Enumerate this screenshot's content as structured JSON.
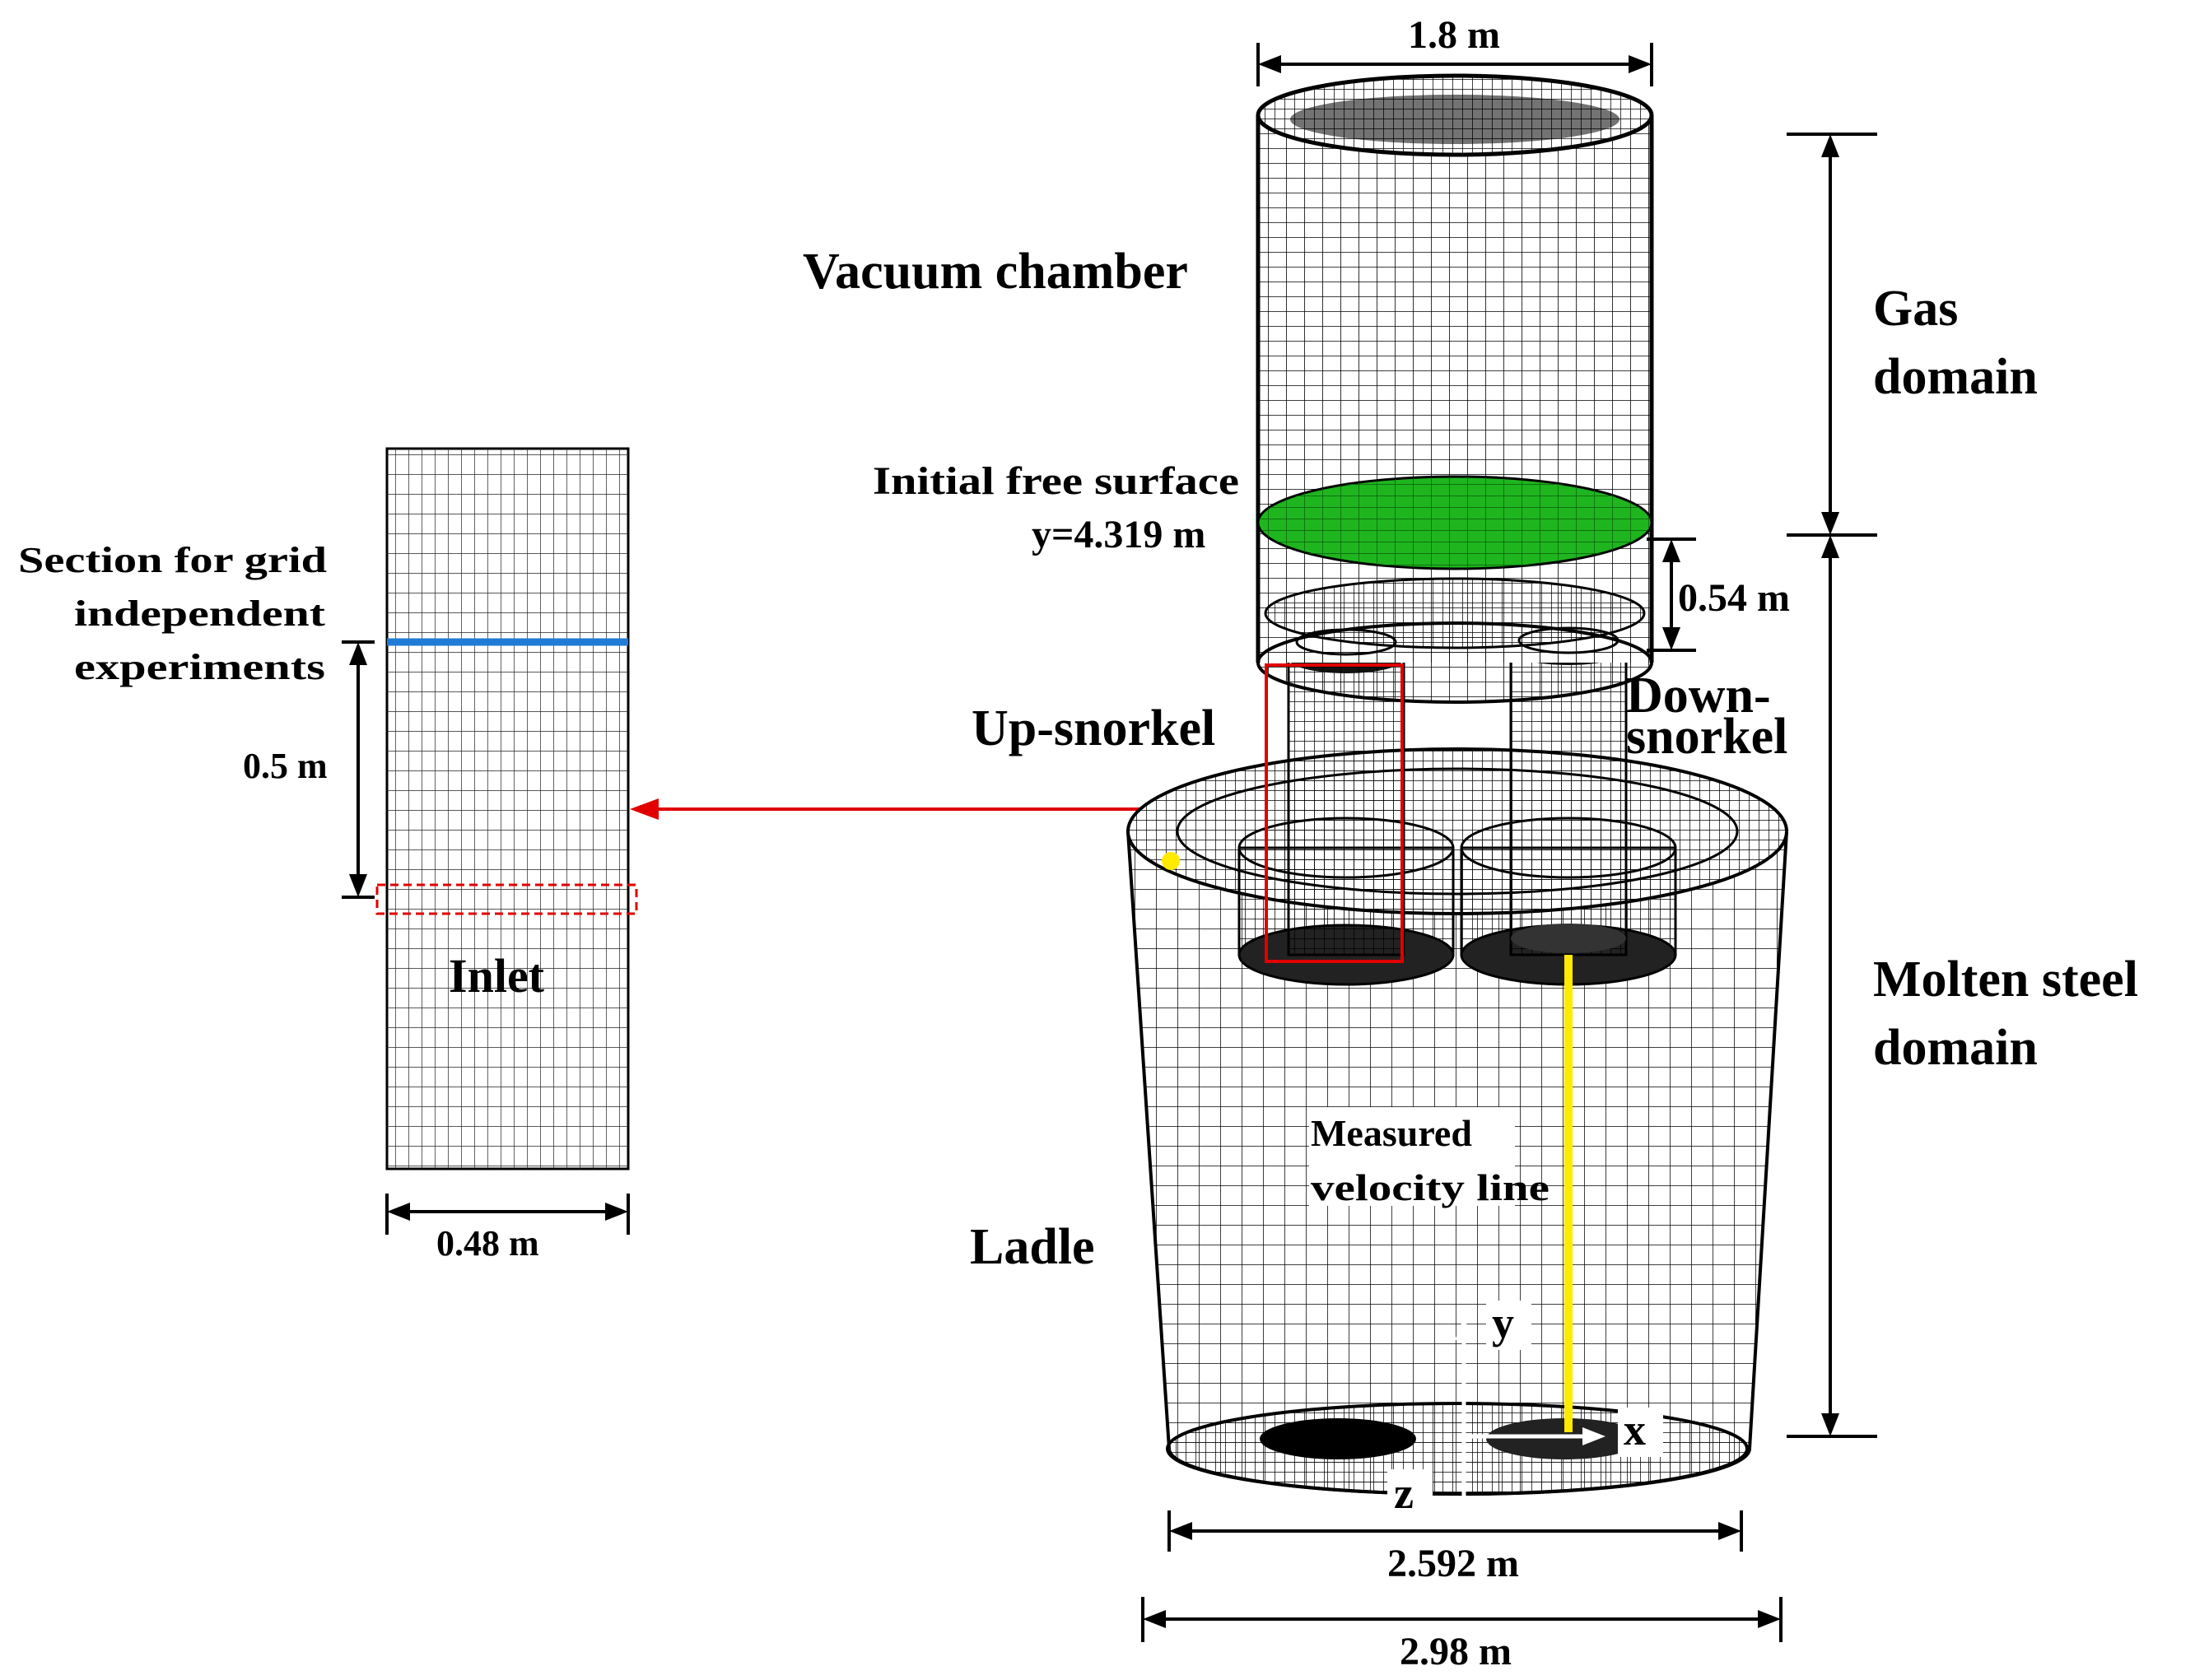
{
  "labels": {
    "vacuum_chamber": "Vacuum chamber",
    "initial_free_surface": "Initial free surface",
    "free_surface_y": "y=4.319 m",
    "up_snorkel": "Up-snorkel",
    "down_snorkel_1": "Down-",
    "down_snorkel_2": "snorkel",
    "ladle": "Ladle",
    "gas_domain_1": "Gas",
    "gas_domain_2": "domain",
    "molten_steel_1": "Molten steel",
    "molten_steel_2": "domain",
    "measured_line_1": "Measured",
    "measured_line_2": "velocity line",
    "section_1": "Section for grid",
    "section_2": "independent",
    "section_3": "experiments",
    "inlet": "Inlet",
    "axis_x": "x",
    "axis_y": "y",
    "axis_z": "z"
  },
  "dimensions": {
    "chamber_diameter": "1.8 m",
    "snorkel_immersion": "0.54 m",
    "ladle_bottom_diameter": "2.592 m",
    "ladle_top_diameter": "2.98 m",
    "section_length": "0.5 m",
    "snorkel_diameter": "0.48 m"
  },
  "colors": {
    "free_surface": "#1fb51f",
    "measured_line": "#ffea00",
    "section_line": "#1f7bd6",
    "highlight": "#e00000",
    "mesh": "#000000"
  }
}
